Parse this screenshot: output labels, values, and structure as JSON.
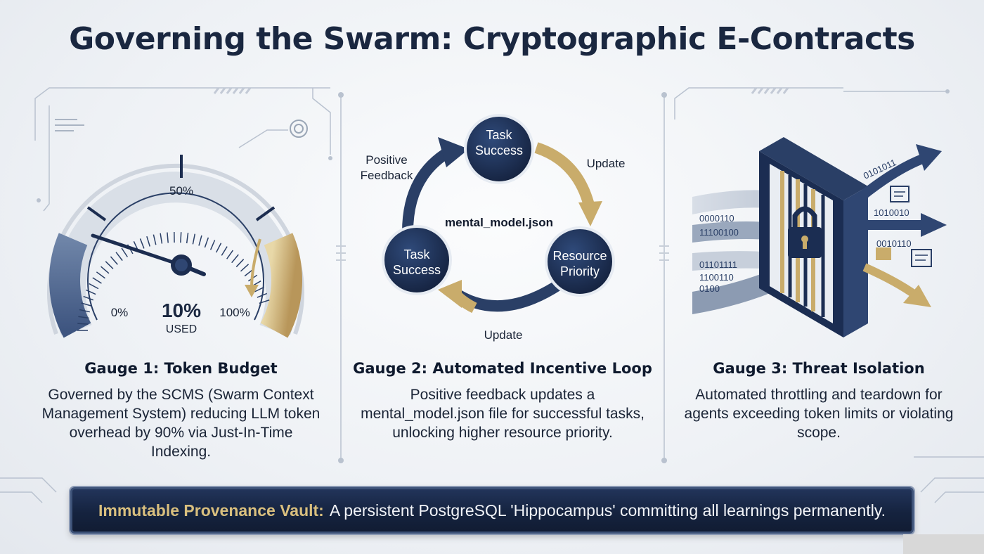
{
  "title": "Governing the Swarm: Cryptographic E-Contracts",
  "gauge1": {
    "heading": "Gauge 1: Token Budget",
    "description": "Governed by the SCMS (Swarm Context Management System) reducing LLM token overhead by 90% via Just-In-Time Indexing.",
    "tick_min": "0%",
    "tick_mid": "50%",
    "tick_max": "100%",
    "value": "10%",
    "value_label": "USED",
    "level": 0.1
  },
  "gauge2": {
    "heading": "Gauge 2: Automated Incentive Loop",
    "description": "Positive feedback updates a mental_model.json file for successful tasks, unlocking higher resource priority.",
    "center_label": "mental_model.json",
    "node_top": "Task Success",
    "node_left": "Task Success",
    "node_right": "Resource Priority",
    "edge_left": "Positive Feedback",
    "edge_right": "Update",
    "edge_bottom": "Update"
  },
  "gauge3": {
    "heading": "Gauge 3: Threat Isolation",
    "description": "Automated throttling and teardown for agents exceeding token limits or violating scope.",
    "bits_in": [
      "0000110",
      "11100100",
      "01101111",
      "1100110",
      "0100"
    ],
    "bits_out": [
      "0101011",
      "1010010",
      "0010110"
    ]
  },
  "banner": {
    "lead": "Immutable Provenance Vault:",
    "text": "A persistent PostgreSQL 'Hippocampus' committing all learnings permanently."
  },
  "colors": {
    "navy": "#1b2d52",
    "gold": "#c9ac6b",
    "slate": "#8fa0b9"
  }
}
